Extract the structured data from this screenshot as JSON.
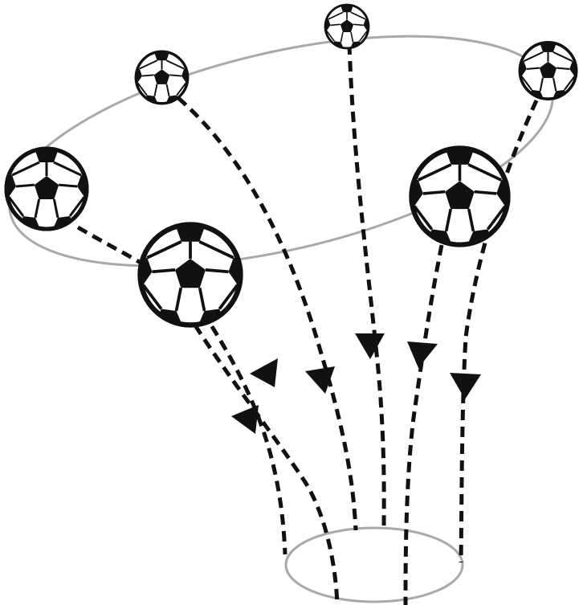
{
  "diagram": {
    "description_elements": {
      "top_ring": "grey-ellipse",
      "bottom_ring": "grey-ellipse",
      "ball_icon": "soccer-ball-icon",
      "arrow_icon": "arrowhead-icon"
    },
    "colors": {
      "ring": "#a9a9a9",
      "path": "#111111",
      "ball_outline": "#111111",
      "ball_fill": "#ffffff",
      "ball_patch": "#111111"
    },
    "ball_count": 6,
    "path_count": 6
  }
}
